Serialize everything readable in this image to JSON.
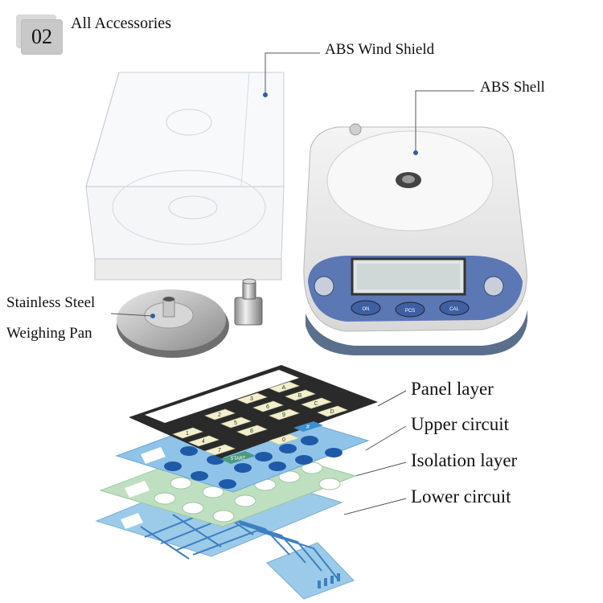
{
  "badge": {
    "number": "02"
  },
  "title": "All  Accessories",
  "callouts": {
    "wind_shield": "ABS  Wind Shield",
    "shell": "ABS Shell",
    "pan_line1": "Stainless Steel",
    "pan_line2": "Weighing Pan"
  },
  "layers": {
    "panel": "Panel layer",
    "upper": "Upper circuit",
    "isolation": "Isolation layer",
    "lower": "Lower circuit"
  },
  "keypad_keys": [
    "A",
    "B",
    "C",
    "D",
    "1",
    "2",
    "3",
    "4",
    "5",
    "6",
    "7",
    "8",
    "9",
    "0",
    "#",
    "START"
  ],
  "scale_buttons": [
    "ON",
    "PCS",
    "CAL"
  ],
  "colors": {
    "panel_black": "#2a2a2a",
    "key_cream": "#f2f0cc",
    "key_blue": "#3d8fd0",
    "key_green": "#4c9a7e",
    "upper_blue": "#8fc3e8",
    "upper_dots": "#1e5aa8",
    "isolation_green": "#bfe0c0",
    "lower_blue": "#9ccbe9",
    "trace_blue": "#3e7fc2"
  }
}
